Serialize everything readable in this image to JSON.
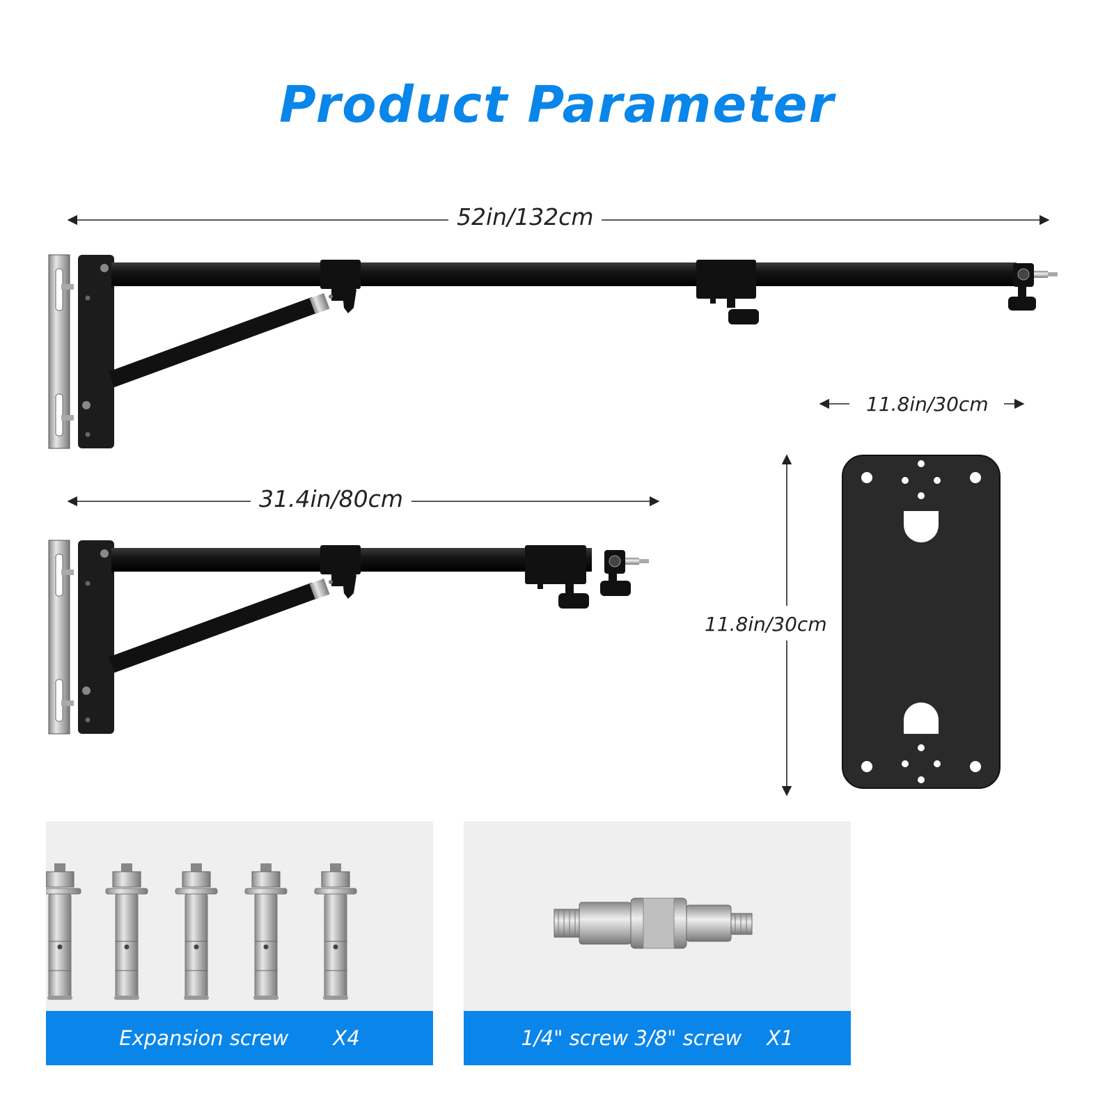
{
  "page": {
    "title": "Product Parameter"
  },
  "dimensions": {
    "extended_length": "52in/132cm",
    "retracted_length": "31.4in/80cm",
    "plate_width": "11.8in/30cm",
    "plate_height": "11.8in/30cm"
  },
  "accessories": [
    {
      "name": "Expansion screw",
      "quantity": "X4"
    },
    {
      "name": "1/4\" screw 3/8\" screw",
      "quantity": "X1"
    }
  ],
  "colors": {
    "accent": "#0a86ea",
    "hardware": "#1c1c1c",
    "panel": "#efefef"
  },
  "icons": {
    "extended_arm": "wall-mount-boom-arm-extended-icon",
    "retracted_arm": "wall-mount-boom-arm-retracted-icon",
    "plate": "wall-mounting-plate-icon",
    "expansion_screw": "expansion-screw-icon",
    "adapter": "spigot-adapter-screw-icon"
  }
}
